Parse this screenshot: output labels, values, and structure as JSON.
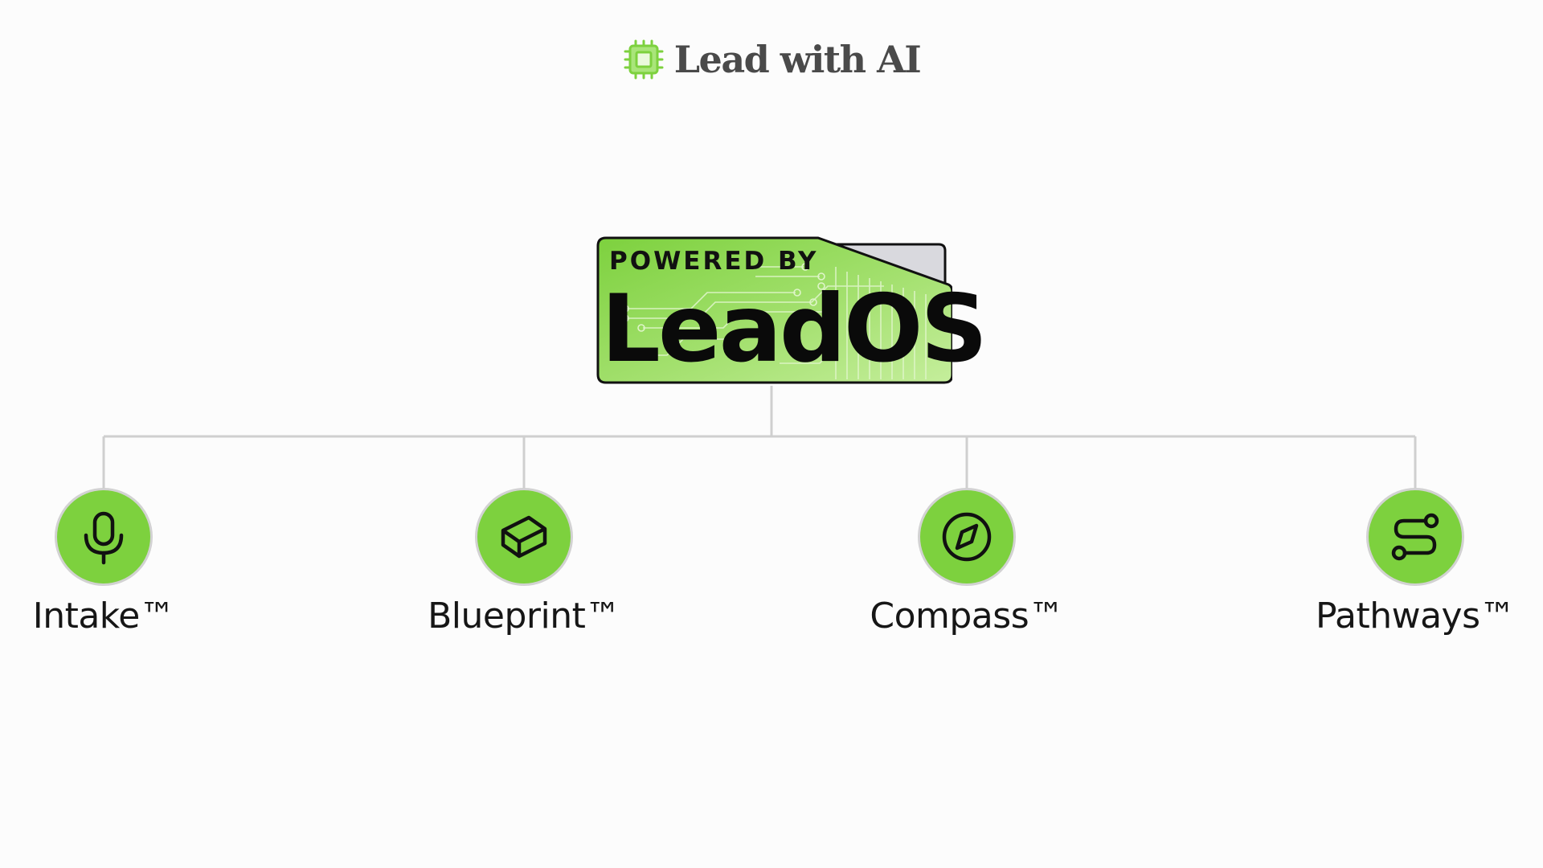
{
  "brand": {
    "title": "Lead with AI",
    "logo_icon": "chip-icon",
    "accent_color": "#7dd13e"
  },
  "badge": {
    "top_text": "POWERED BY",
    "product_name": "LeadOS",
    "colors": {
      "fill": "#9be06a",
      "tab_fill": "#d9d9de",
      "outline": "#111111"
    }
  },
  "products": [
    {
      "label": "Intake™",
      "icon": "microphone-icon"
    },
    {
      "label": "Blueprint™",
      "icon": "box-icon"
    },
    {
      "label": "Compass™",
      "icon": "compass-icon"
    },
    {
      "label": "Pathways™",
      "icon": "route-icon"
    }
  ],
  "colors": {
    "node_fill": "#7dd13e",
    "node_border": "#d2d2d2",
    "connector": "#cfcfcf",
    "text": "#161616"
  }
}
